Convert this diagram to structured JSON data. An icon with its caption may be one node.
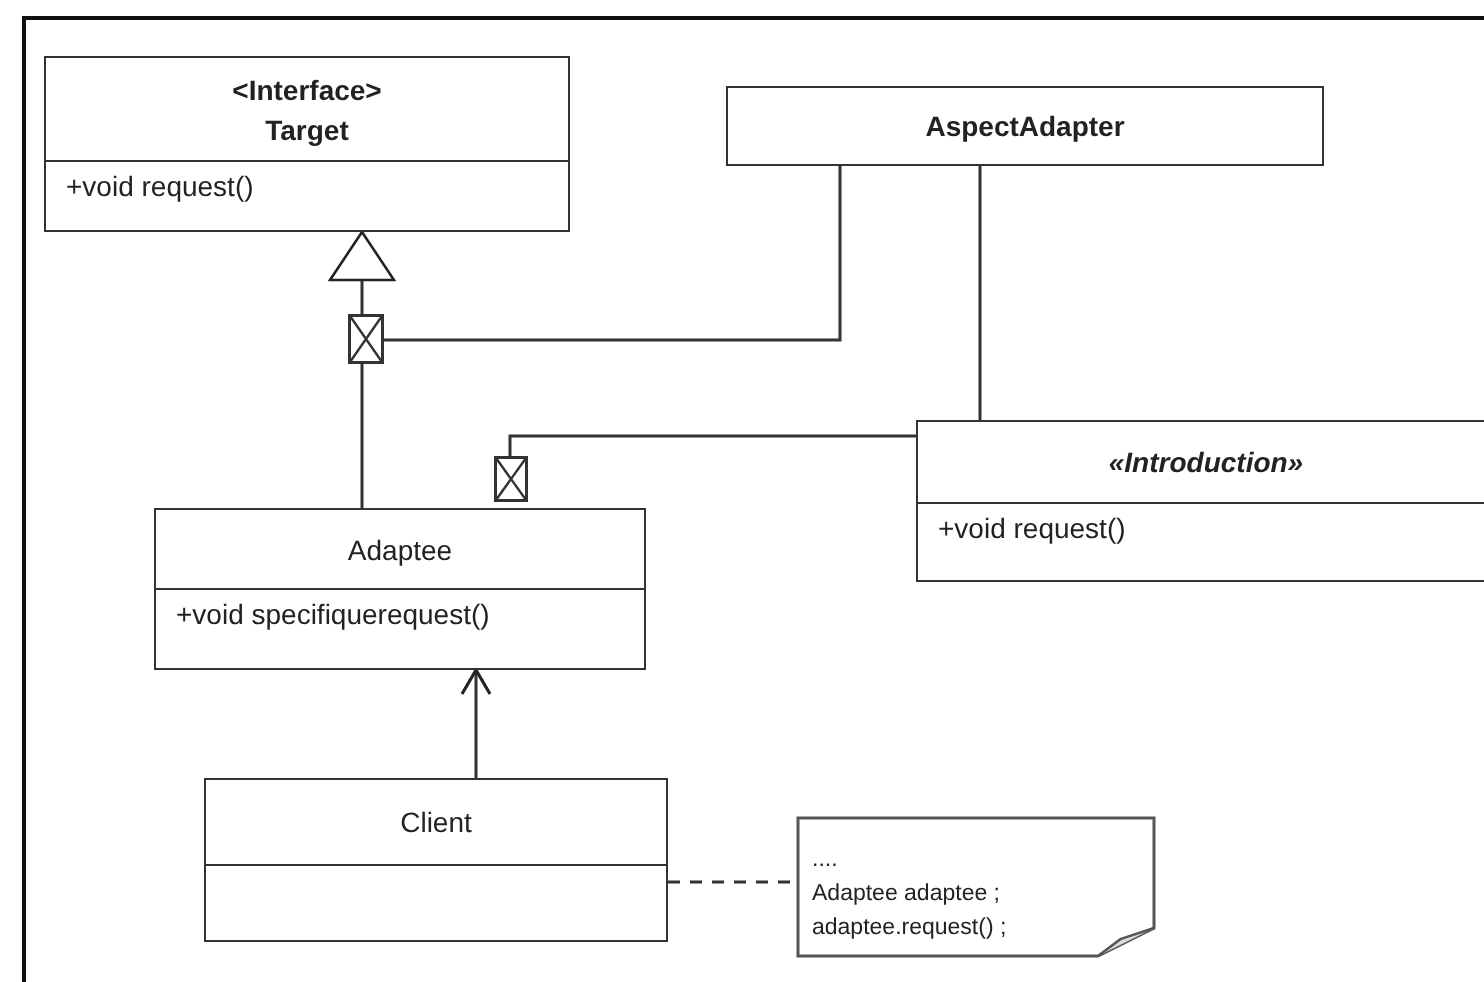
{
  "diagram": {
    "nodes": [
      {
        "text": [
          "<Interface>",
          "Target",
          "+void request()"
        ]
      },
      {
        "text": [
          "AspectAdapter"
        ]
      },
      {
        "text": [
          "«Introduction»",
          "+void request()"
        ]
      },
      {
        "text": [
          "Adaptee",
          "+void specifiquerequest()"
        ]
      },
      {
        "text": [
          "Client"
        ]
      },
      {
        "text": [
          "....",
          "Adaptee adaptee ;",
          "adaptee.request() ;"
        ]
      },
      {
        "text": [],
        "shape": "box"
      },
      {
        "text": [],
        "shape": "box"
      }
    ],
    "edges": [
      {
        "from": 3,
        "to": 6,
        "arrow": "none"
      },
      {
        "from": 6,
        "to": 0,
        "arrow": "to"
      },
      {
        "from": 1,
        "to": 6,
        "arrow": "none"
      },
      {
        "from": 1,
        "to": 2,
        "arrow": "none"
      },
      {
        "from": 2,
        "to": 7,
        "arrow": "none"
      },
      {
        "from": 4,
        "to": 3,
        "arrow": "to"
      },
      {
        "from": 4,
        "to": 5,
        "arrow": "none",
        "style": "dashed"
      }
    ]
  }
}
